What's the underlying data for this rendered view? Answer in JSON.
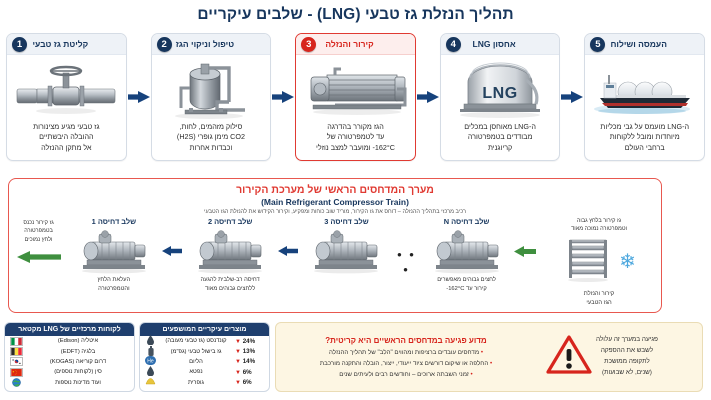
{
  "title": "תהליך הנזלת גז טבעי (LNG) - שלבים עיקריים",
  "steps": [
    {
      "num": "1",
      "title": "קליטת גז טבעי",
      "desc_lines": [
        "גז טבעי מגיע מצינורות",
        "ההובלה היבשתיים",
        "אל מתקן ההנזלה"
      ],
      "icon": "pipeline-valve-icon",
      "highlight": false
    },
    {
      "num": "2",
      "title": "טיפול וניקוי הגז",
      "desc_lines": [
        "סילוק מזהמים, לחות,",
        "CO2 מימן גופרי (H2S)",
        "וכבדות אחרות"
      ],
      "icon": "gas-treatment-vessel-icon",
      "highlight": false
    },
    {
      "num": "3",
      "title": "קירור והנזלה",
      "desc_lines": [
        "הגז מקורר בהדרגה",
        "עד לטמפרטורה של",
        "162°C- ומועבר למצב נוזלי"
      ],
      "icon": "heat-exchanger-icon",
      "highlight": true
    },
    {
      "num": "4",
      "title": "אחסון LNG",
      "desc_lines": [
        "ה-LNG מאוחסן במכלים",
        "מבודדים בטמפרטורה",
        "קריוגנית"
      ],
      "icon": "lng-storage-tank-icon",
      "highlight": false
    },
    {
      "num": "5",
      "title": "העמסה ושילוח",
      "desc_lines": [
        "ה-LNG מועמס על גבי מכליות",
        "מיוחדות ומובל ללקוחות",
        "ברחבי העולם"
      ],
      "icon": "lng-carrier-ship-icon",
      "highlight": false
    }
  ],
  "train": {
    "title": "מערך המדחסים הראשי של מערכת הקירור",
    "subtitle": "(Main Refrigerant Compressor Train)",
    "note": "רכיב מרכזי בתהליך ההנזלה – דוחס את גז הקירור, מוריד שוב כוחות ומפקיע, וקירור הקידוש את להנזלת הגז הטבעי",
    "inlet": {
      "label_lines": [
        "גז קירור נכנס",
        "בטמפרטורה",
        "ולחץ נמוכים"
      ],
      "arrow_color": "#3f8f3f"
    },
    "stages": [
      {
        "title": "שלב דחיסה 1",
        "desc_lines": [
          "העלאת הלחץ",
          "והטמפרטורה"
        ]
      },
      {
        "title": "שלב דחיסה 2",
        "desc_lines": [
          "דחיסה רב-שלבית להגעה",
          "ללחצים גבוהים מאוד"
        ]
      },
      {
        "title": "שלב דחיסה 3",
        "desc_lines": []
      },
      {
        "title": "שלב דחיסה N",
        "desc_lines": [
          "לחצים גבוהים מאפשרים",
          "קירור עד 162°C-"
        ]
      }
    ],
    "dots": "• • •",
    "outlet": {
      "label_lines": [
        "גז קירור בלחץ גבוה",
        "וטמפרטורה נמוכה מאוד"
      ],
      "caption_lines": [
        "קירור והנזלת",
        "הגז הטבעי"
      ],
      "snow_icon": "snowflake-icon"
    }
  },
  "critical": {
    "heading": "מדוע פגיעה במדחסים הראשיים היא קריטית?",
    "bullets": [
      "מדחסים עובדים ברציפות ומהווים \"הלב\" של תהליך ההנזלה",
      "החלפה או שיקום דורשים ציוד ייעודי, ייצור, הובלה והתקנה מורכבת",
      "זמני השבתה ארוכים – וחודשים רבים ולעיתים שנים"
    ],
    "warning_icon": "warning-triangle-icon",
    "warning_lines": [
      "פגיעה במערך זה עלולה",
      "לשבש את ההספקה",
      "לתקופה ממושכת",
      "(שנים, לא שבועות)"
    ]
  },
  "products_panel": {
    "heading": "מוצרים עיקריים המושפעים",
    "rows": [
      {
        "icon": "oil-drop-icon",
        "name": "קונדנסט (גז טבעי מעובה)",
        "pct": "24%",
        "trend": "▼"
      },
      {
        "icon": "gas-cylinder-icon",
        "name": "גז בישול טבעי (גפ\"מ)",
        "pct": "13%",
        "trend": "▼"
      },
      {
        "icon": "helium-icon",
        "name": "הליום",
        "pct": "14%",
        "trend": "▼"
      },
      {
        "icon": "oil-drop-icon",
        "name": "נפטא",
        "pct": "6%",
        "trend": "▼"
      },
      {
        "icon": "sulfur-icon",
        "name": "גופרית",
        "pct": "6%",
        "trend": "▼"
      }
    ]
  },
  "markets_panel": {
    "heading": "לקוחות מרכזיים של LNG מקטאר",
    "rows": [
      {
        "flag": "italy-flag-icon",
        "name": "איטליה (Edison)"
      },
      {
        "flag": "belgium-flag-icon",
        "name": "בלגיה (EDFT)"
      },
      {
        "flag": "south-korea-flag-icon",
        "name": "דרום קוריאה (KOGAS)"
      },
      {
        "flag": "china-flag-icon",
        "name": "סין (לקוחות נוספים)"
      },
      {
        "flag": "globe-icon",
        "name": "ועוד מדינות נוספות"
      }
    ]
  }
}
